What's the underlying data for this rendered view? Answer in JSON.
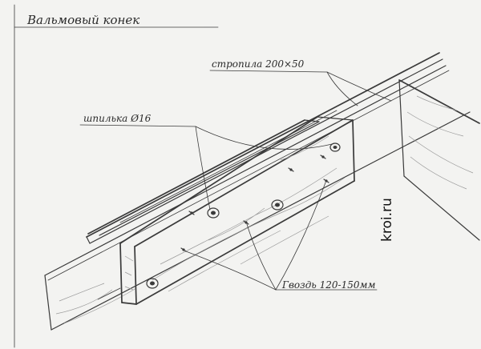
{
  "title": "Вальмовый конек",
  "labels": {
    "rafters": "стропила 200×50",
    "stud": "шпилька Ø16",
    "nails": "Гвоздь 120-150мм"
  },
  "watermark": "kroi.ru",
  "colors": {
    "paper": "#f3f3f1",
    "pencil": "#3a3a3a"
  }
}
